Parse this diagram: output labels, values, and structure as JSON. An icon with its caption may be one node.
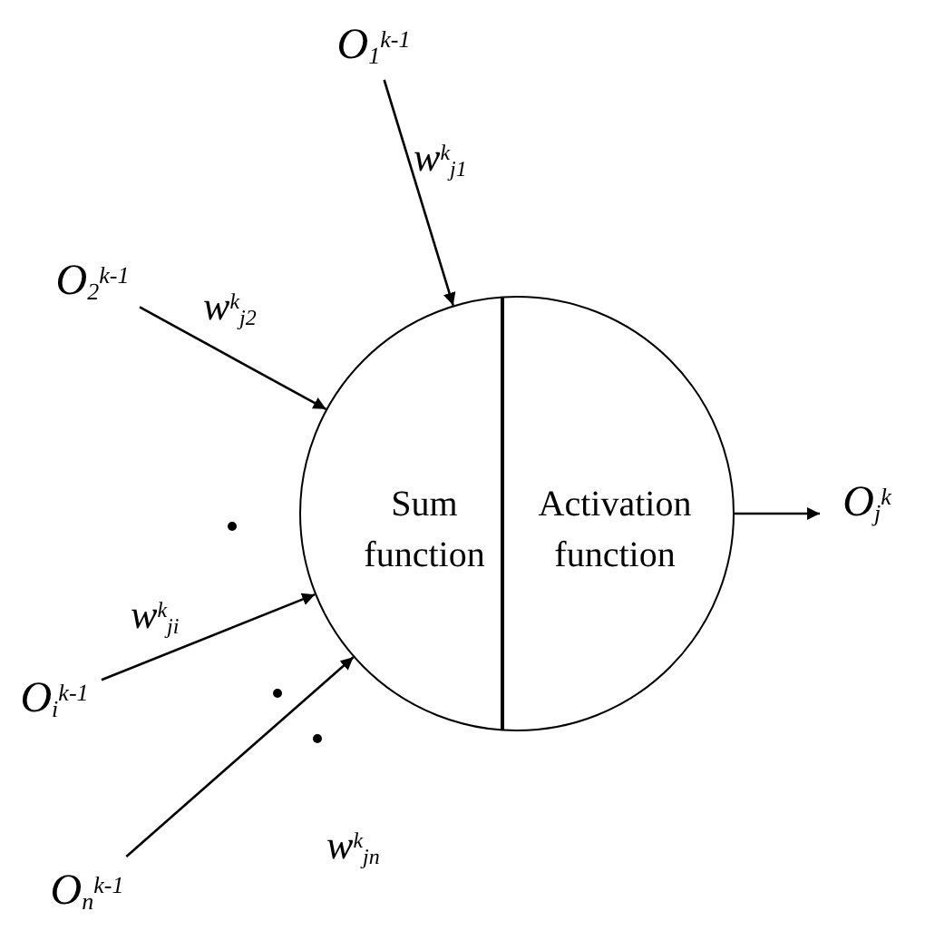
{
  "diagram": {
    "nodes": [
      {
        "text": [
          "O$_{1}$$^{k-1}$"
        ]
      },
      {
        "text": [
          "O$_{2}$$^{k-1}$"
        ]
      },
      {
        "text": [
          "O$_{i}$$^{k-1}$"
        ]
      },
      {
        "text": [
          "O$_{n}$$^{k-1}$"
        ]
      },
      {
        "text": [
          "Sum function",
          "Activation function"
        ]
      },
      {
        "text": [
          "O$_{j}$$^{k}$"
        ]
      }
    ],
    "edges": [
      {
        "from": 0,
        "to": 4,
        "arrow": "to",
        "label": "w$^{k}$$_{j1}$"
      },
      {
        "from": 1,
        "to": 4,
        "arrow": "to",
        "label": "w$^{k}$$_{j2}$"
      },
      {
        "from": 2,
        "to": 4,
        "arrow": "to",
        "label": "w$^{k}$$_{ji}$"
      },
      {
        "from": 3,
        "to": 4,
        "arrow": "to",
        "label": "w$^{k}$$_{jn}$"
      },
      {
        "from": 4,
        "to": 5,
        "arrow": "to"
      }
    ]
  }
}
